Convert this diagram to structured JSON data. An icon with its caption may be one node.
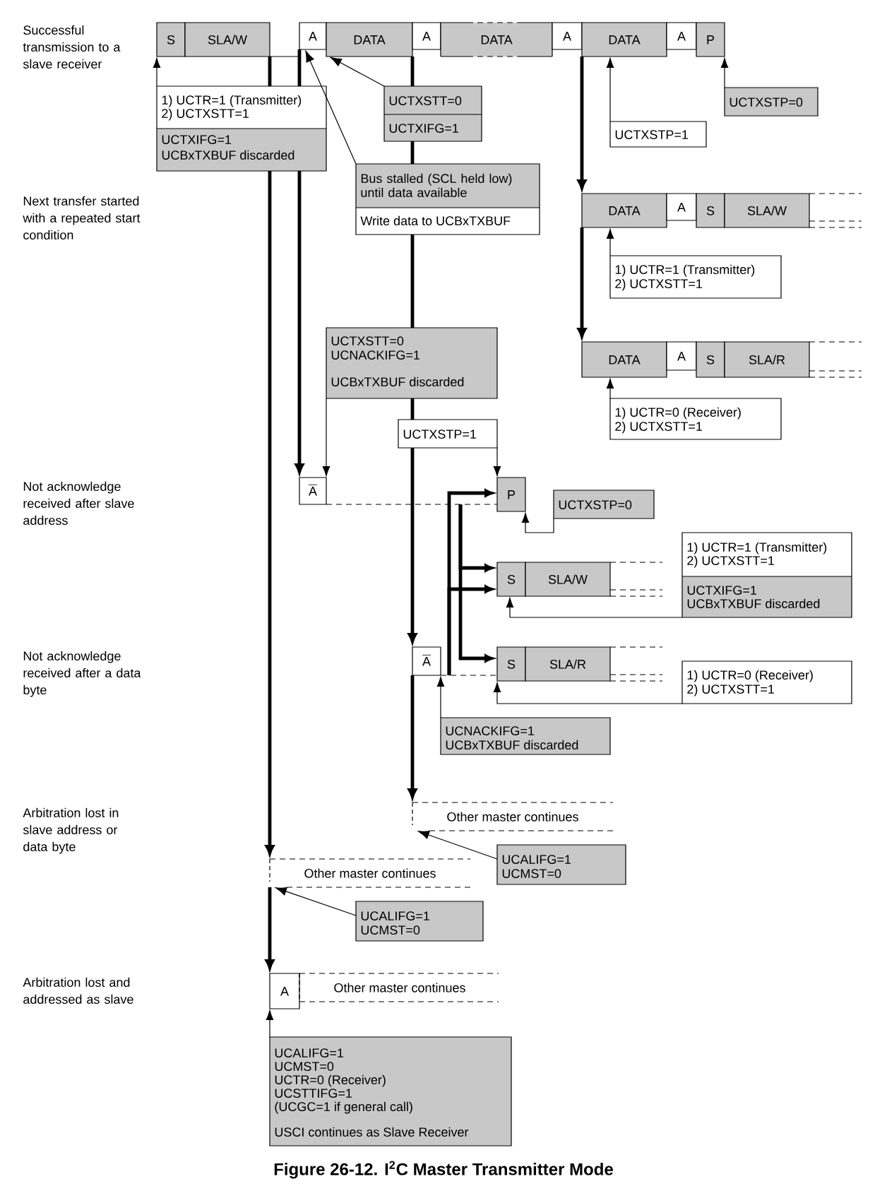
{
  "diagram": {
    "caption": "Figure 26-12. I$^{2}$C Master Transmitter Mode",
    "nodes": [
      {
        "text": [
          "S"
        ]
      },
      {
        "text": [
          "SLA/W"
        ]
      },
      {
        "text": [
          "A"
        ]
      },
      {
        "text": [
          "DATA"
        ]
      },
      {
        "text": [
          "A"
        ]
      },
      {
        "text": [
          "DATA"
        ]
      },
      {
        "text": [
          "A"
        ]
      },
      {
        "text": [
          "DATA"
        ]
      },
      {
        "text": [
          "A"
        ]
      },
      {
        "text": [
          "P"
        ]
      },
      {
        "text": [
          "1) UCTR=1 (Transmitter)",
          "2) UCTXSTT=1",
          "UCTXIFG=1",
          "UCBxTXBUF discarded"
        ]
      },
      {
        "text": [
          "UCTXSTT=0",
          "UCTXIFG=1"
        ]
      },
      {
        "text": [
          "UCTXSTP=0"
        ]
      },
      {
        "text": [
          "UCTXSTP=1"
        ]
      },
      {
        "text": [
          "Bus stalled (SCL held low) until data available",
          "Write data to UCBxTXBUF"
        ]
      },
      {
        "text": [
          "DATA"
        ]
      },
      {
        "text": [
          "A"
        ]
      },
      {
        "text": [
          "S"
        ]
      },
      {
        "text": [
          "SLA/W"
        ]
      },
      {
        "text": [
          "1) UCTR=1 (Transmitter)",
          "2) UCTXSTT=1"
        ]
      },
      {
        "text": [
          "UCTXSTT=0",
          "UCNACKIFG=1",
          "UCBxTXBUF discarded"
        ]
      },
      {
        "text": [
          "DATA"
        ]
      },
      {
        "text": [
          "A"
        ]
      },
      {
        "text": [
          "S"
        ]
      },
      {
        "text": [
          "SLA/R"
        ]
      },
      {
        "text": [
          "1) UCTR=0 (Receiver)",
          "2) UCTXSTT=1"
        ]
      },
      {
        "text": [
          "UCTXSTP=1"
        ]
      },
      {
        "text": [
          "A"
        ]
      },
      {
        "text": [
          "P"
        ]
      },
      {
        "text": [
          "UCTXSTP=0"
        ]
      },
      {
        "text": [
          "1) UCTR=1 (Transmitter)",
          "2) UCTXSTT=1",
          "UCTXIFG=1",
          "UCBxTXBUF discarded"
        ]
      },
      {
        "text": [
          "S"
        ]
      },
      {
        "text": [
          "SLA/W"
        ]
      },
      {
        "text": [
          "A"
        ]
      },
      {
        "text": [
          "S"
        ]
      },
      {
        "text": [
          "SLA/R"
        ]
      },
      {
        "text": [
          "1) UCTR=0 (Receiver)",
          "2) UCTXSTT=1"
        ]
      },
      {
        "text": [
          "UCNACKIFG=1",
          "UCBxTXBUF discarded"
        ]
      },
      {
        "text": [
          "Other master continues"
        ]
      },
      {
        "text": [
          "UCALIFG=1",
          "UCMST=0"
        ]
      },
      {
        "text": [
          "Other master continues"
        ]
      },
      {
        "text": [
          "UCALIFG=1",
          "UCMST=0"
        ]
      },
      {
        "text": [
          "A"
        ]
      },
      {
        "text": [
          "Other master continues"
        ]
      },
      {
        "text": [
          "UCALIFG=1",
          "UCMST=0",
          "UCTR=0 (Receiver)",
          "UCSTTIFG=1",
          "(UCGC=1 if general call)",
          "USCI continues as Slave Receiver"
        ]
      }
    ],
    "edges": [
      {
        "from": 1,
        "to": 2,
        "arrow": "none"
      },
      {
        "from": 10,
        "to": 0,
        "arrow": "to"
      },
      {
        "from": 14,
        "to": 2,
        "arrow": "to"
      },
      {
        "from": 11,
        "to": 3,
        "arrow": "to"
      },
      {
        "from": 13,
        "to": 7,
        "arrow": "to"
      },
      {
        "from": 12,
        "to": 9,
        "arrow": "to"
      },
      {
        "from": 1,
        "to": 10,
        "arrow": "none",
        "style": "thick"
      },
      {
        "from": 10,
        "to": 40,
        "arrow": "to",
        "style": "thick"
      },
      {
        "from": 40,
        "to": 42,
        "arrow": "to",
        "style": "thick"
      },
      {
        "from": 2,
        "to": 10,
        "arrow": "none",
        "style": "thick"
      },
      {
        "from": 10,
        "to": 27,
        "arrow": "to",
        "style": "thick"
      },
      {
        "from": 3,
        "to": 11,
        "arrow": "none",
        "style": "thick"
      },
      {
        "from": 11,
        "to": 14,
        "arrow": "none",
        "style": "thick"
      },
      {
        "from": 14,
        "to": 20,
        "arrow": "none",
        "style": "thick"
      },
      {
        "from": 20,
        "to": 26,
        "arrow": "none",
        "style": "thick"
      },
      {
        "from": 26,
        "to": 33,
        "arrow": "to",
        "style": "thick"
      },
      {
        "from": 33,
        "to": 38,
        "arrow": "to",
        "style": "thick"
      },
      {
        "from": 7,
        "to": 15,
        "arrow": "to",
        "style": "thick"
      },
      {
        "from": 15,
        "to": 21,
        "arrow": "to",
        "style": "thick"
      },
      {
        "from": 19,
        "to": 15,
        "arrow": "to"
      },
      {
        "from": 25,
        "to": 21,
        "arrow": "to"
      },
      {
        "from": 20,
        "to": 27,
        "arrow": "to"
      },
      {
        "from": 26,
        "to": 28,
        "arrow": "to"
      },
      {
        "from": 29,
        "to": 28,
        "arrow": "to"
      },
      {
        "from": 27,
        "to": 28,
        "arrow": "none",
        "style": "dashed"
      },
      {
        "from": null,
        "to": 31,
        "arrow": "to",
        "style": "thick"
      },
      {
        "from": null,
        "to": 34,
        "arrow": "to",
        "style": "thick"
      },
      {
        "from": 33,
        "to": 31,
        "arrow": "to",
        "style": "thick"
      },
      {
        "from": 33,
        "to": 28,
        "arrow": "to",
        "style": "thick"
      },
      {
        "from": 33,
        "to": 34,
        "arrow": "none",
        "style": "dashed"
      },
      {
        "from": 30,
        "to": 31,
        "arrow": "to"
      },
      {
        "from": 36,
        "to": 34,
        "arrow": "to"
      },
      {
        "from": 37,
        "to": 33,
        "arrow": "to"
      },
      {
        "from": 39,
        "to": 38,
        "arrow": "to"
      },
      {
        "from": 41,
        "to": 40,
        "arrow": "to"
      },
      {
        "from": 44,
        "to": 42,
        "arrow": "to"
      }
    ],
    "labels": [
      "Successful transmission to a slave receiver",
      "Next transfer started with a repeated start condition",
      "Not acknowledge received after slave address",
      "Not acknowledge received after a data byte",
      "Arbitration lost in slave address or data byte",
      "Arbitration lost and addressed as slave"
    ]
  }
}
